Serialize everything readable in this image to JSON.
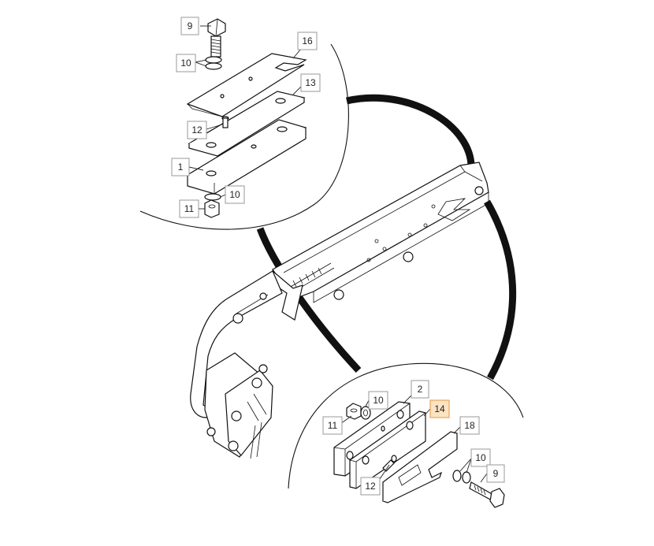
{
  "diagram": {
    "callouts": [
      {
        "id": "c9-top",
        "label": "9",
        "highlight": false
      },
      {
        "id": "c10-top",
        "label": "10",
        "highlight": false
      },
      {
        "id": "c16",
        "label": "16",
        "highlight": false
      },
      {
        "id": "c13",
        "label": "13",
        "highlight": false
      },
      {
        "id": "c12-top",
        "label": "12",
        "highlight": false
      },
      {
        "id": "c1",
        "label": "1",
        "highlight": false
      },
      {
        "id": "c10-mid",
        "label": "10",
        "highlight": false
      },
      {
        "id": "c11-top",
        "label": "11",
        "highlight": false
      },
      {
        "id": "c2",
        "label": "2",
        "highlight": false
      },
      {
        "id": "c10-bot",
        "label": "10",
        "highlight": false
      },
      {
        "id": "c14",
        "label": "14",
        "highlight": true
      },
      {
        "id": "c11-bot",
        "label": "11",
        "highlight": false
      },
      {
        "id": "c18",
        "label": "18",
        "highlight": false
      },
      {
        "id": "c10-bot2",
        "label": "10",
        "highlight": false
      },
      {
        "id": "c9-bot",
        "label": "9",
        "highlight": false
      },
      {
        "id": "c12-bot",
        "label": "12",
        "highlight": false
      }
    ]
  }
}
